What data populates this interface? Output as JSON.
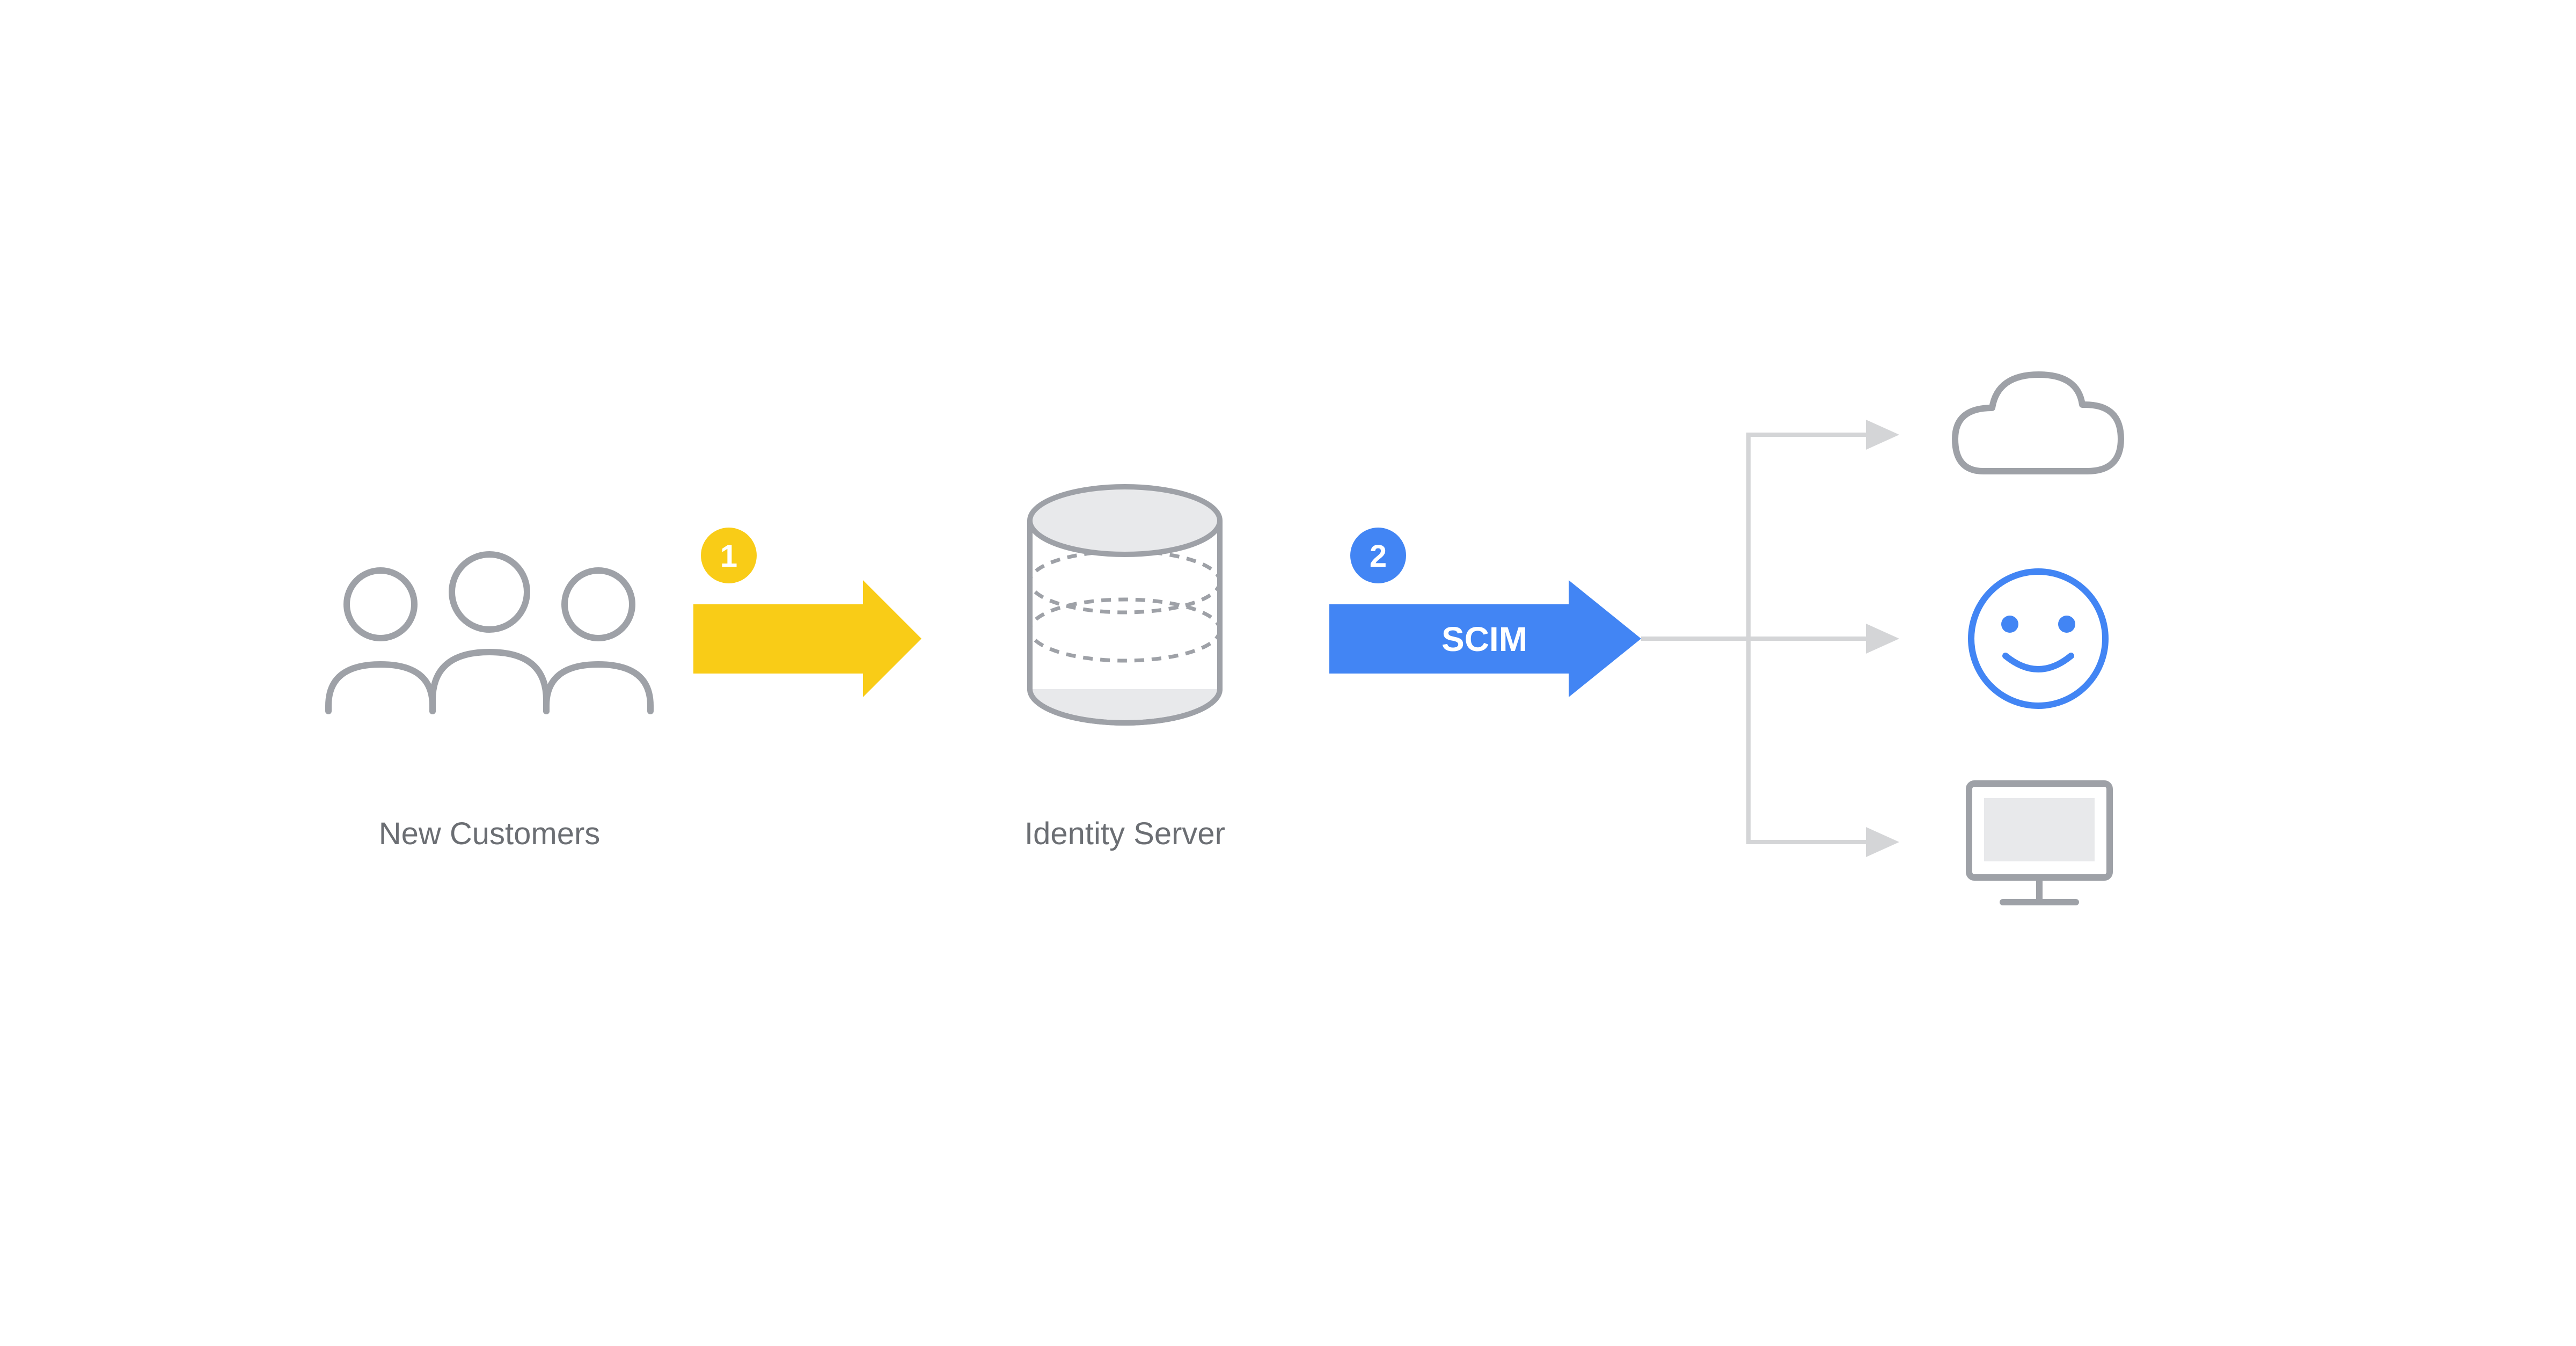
{
  "nodes": {
    "customers": {
      "label": "New Customers",
      "icon": "users-group-icon"
    },
    "server": {
      "label": "Identity Server",
      "icon": "database-icon"
    },
    "targets": [
      {
        "icon": "cloud-icon"
      },
      {
        "icon": "smiley-face-icon"
      },
      {
        "icon": "monitor-icon"
      }
    ]
  },
  "steps": [
    {
      "badge": "1",
      "label": "",
      "color": "#f9cc17"
    },
    {
      "badge": "2",
      "label": "SCIM",
      "color": "#4285f4"
    }
  ],
  "colors": {
    "icon_gray": "#9ea1a7",
    "icon_fill": "#e8e9eb",
    "connector_gray": "#d4d5d7",
    "accent_blue": "#4285f4",
    "accent_yellow": "#f9cc17",
    "label_gray": "#6b6e73"
  }
}
